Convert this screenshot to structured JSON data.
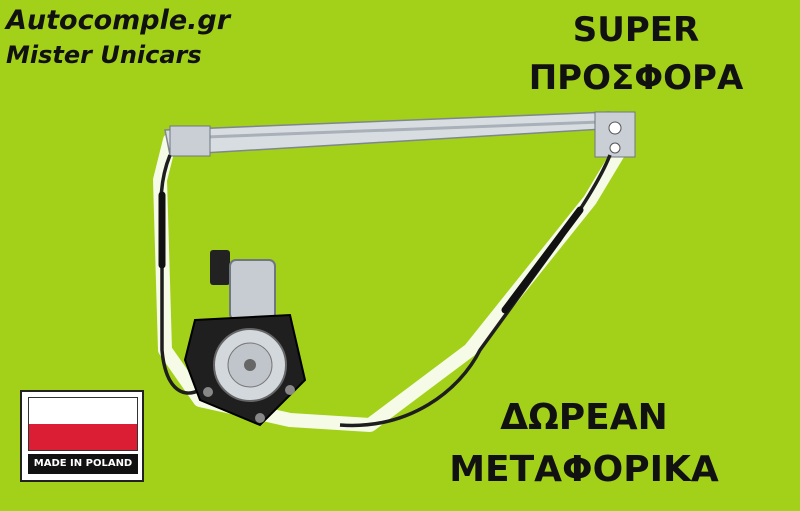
{
  "brand": {
    "site": "Autocomple.gr",
    "company": "Mister Unicars"
  },
  "promo": {
    "line1": "SUPER",
    "line2": "ΠΡΟΣΦΟΡΑ",
    "line3": "ΔΩΡΕΑΝ",
    "line4": "ΜΕΤΑΦΟΡΙΚΑ"
  },
  "badge": {
    "label": "MADE IN POLAND"
  },
  "colors": {
    "background": "#a3d11a",
    "flag_red": "#dc1e35",
    "text": "#111111"
  }
}
